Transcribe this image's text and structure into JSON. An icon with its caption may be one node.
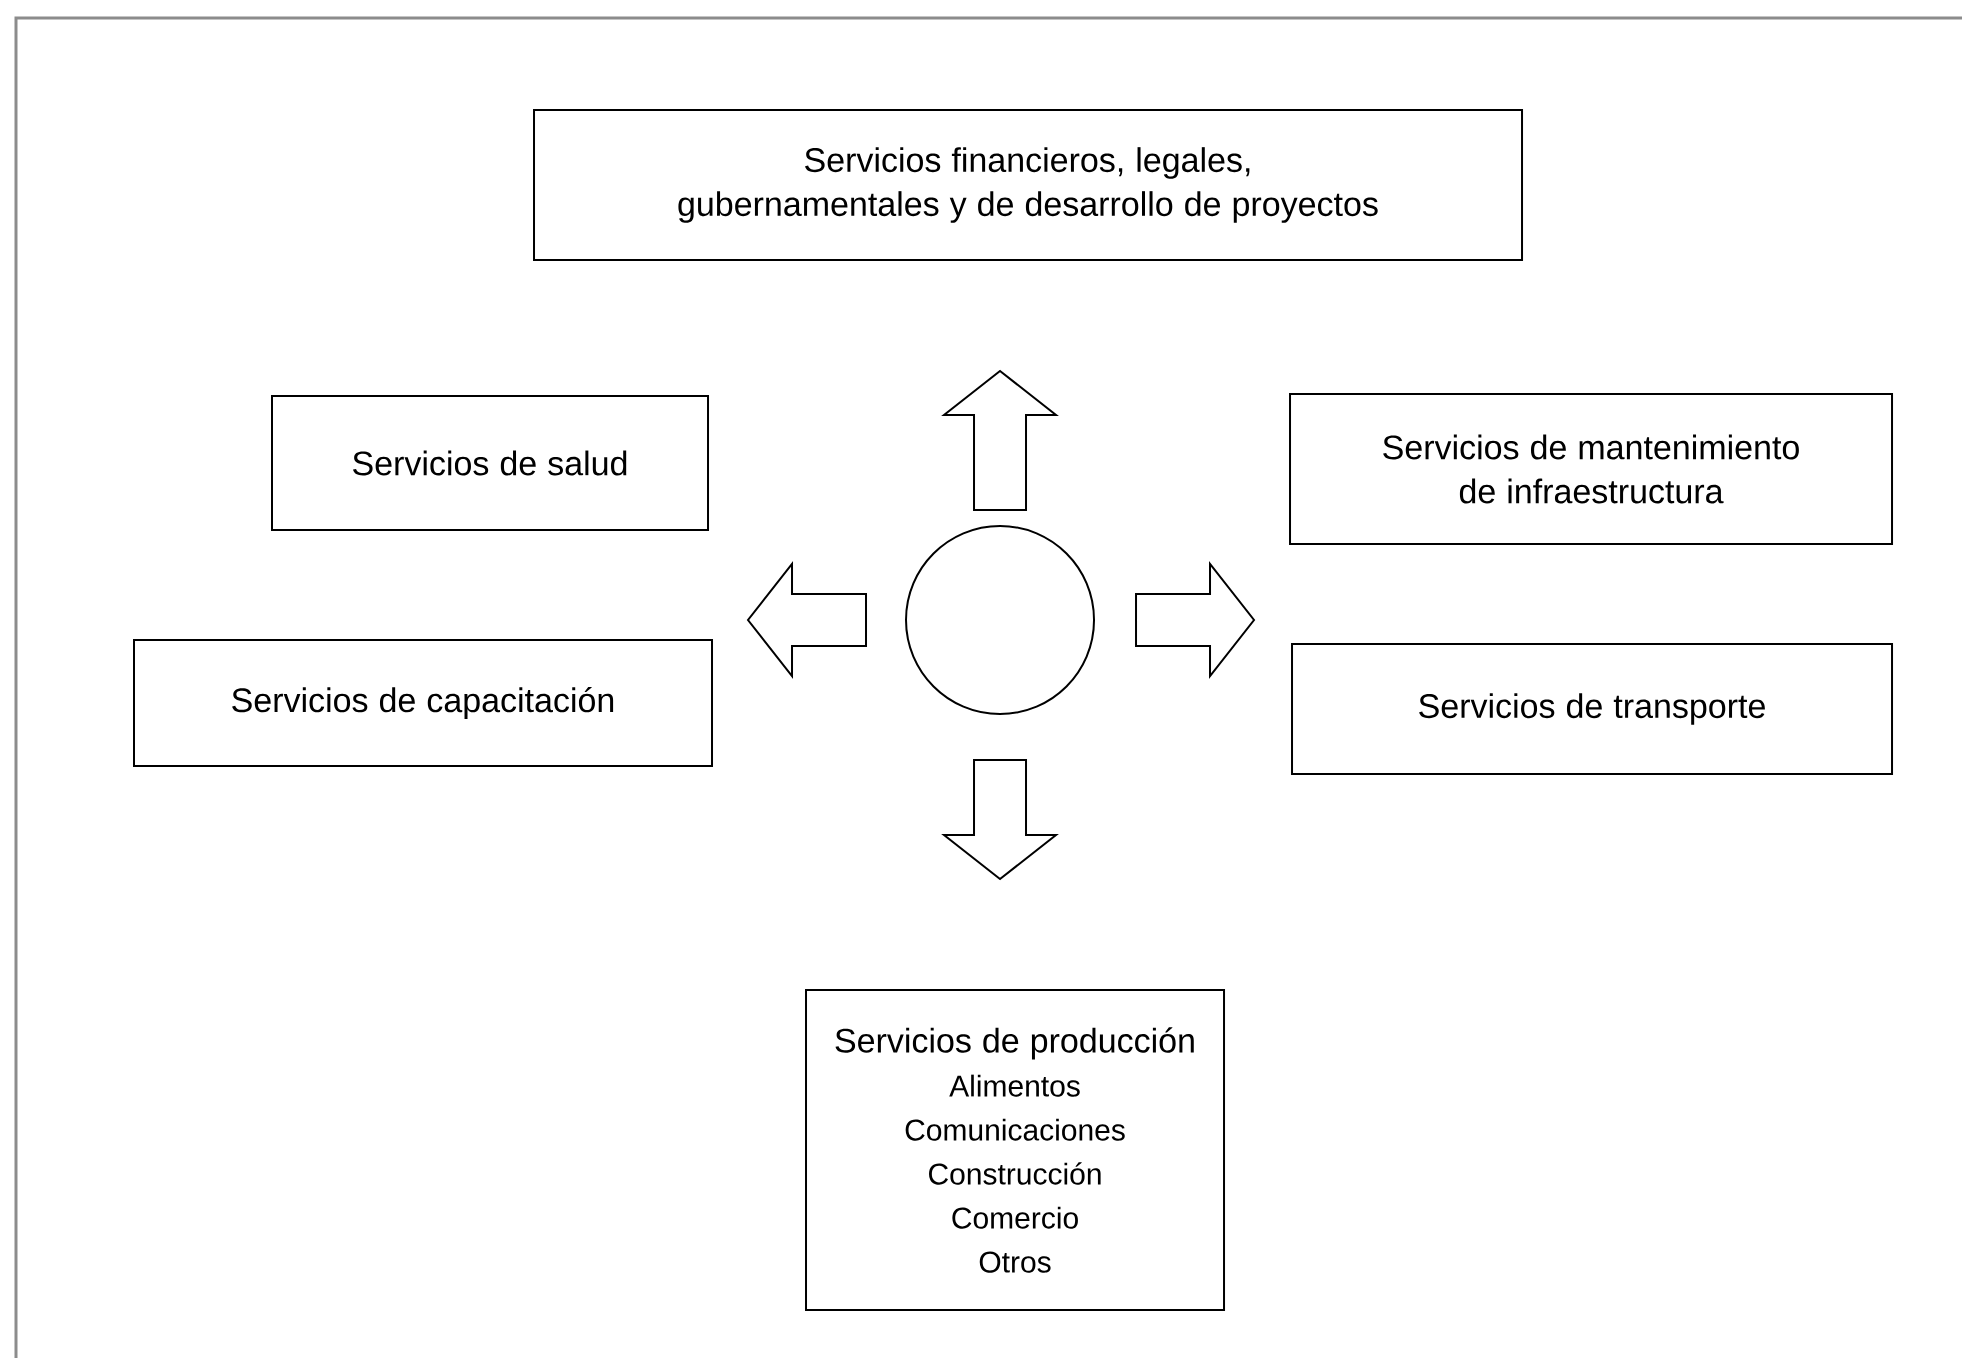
{
  "diagram": {
    "nodes": [
      {
        "text": [
          "Servicios financieros, legales, gubernamentales y de desarrollo de proyectos"
        ]
      },
      {
        "text": [
          "Servicios de salud"
        ]
      },
      {
        "text": [
          "Servicios de mantenimiento de infraestructura"
        ]
      },
      {
        "text": [],
        "shape": "circle"
      },
      {
        "text": [
          "Servicios de capacitación"
        ]
      },
      {
        "text": [
          "Servicios de transporte"
        ]
      },
      {
        "text": [
          "Servicios de producción",
          "Alimentos",
          "Comunicaciones",
          "Construcción",
          "Comercio",
          "Otros"
        ]
      }
    ],
    "edges": [
      {
        "from": 3,
        "to": 0,
        "arrow": "to"
      },
      {
        "from": 3,
        "to": null,
        "arrow": "to"
      },
      {
        "from": 3,
        "to": null,
        "arrow": "to"
      },
      {
        "from": 3,
        "to": 6,
        "arrow": "to"
      }
    ]
  }
}
